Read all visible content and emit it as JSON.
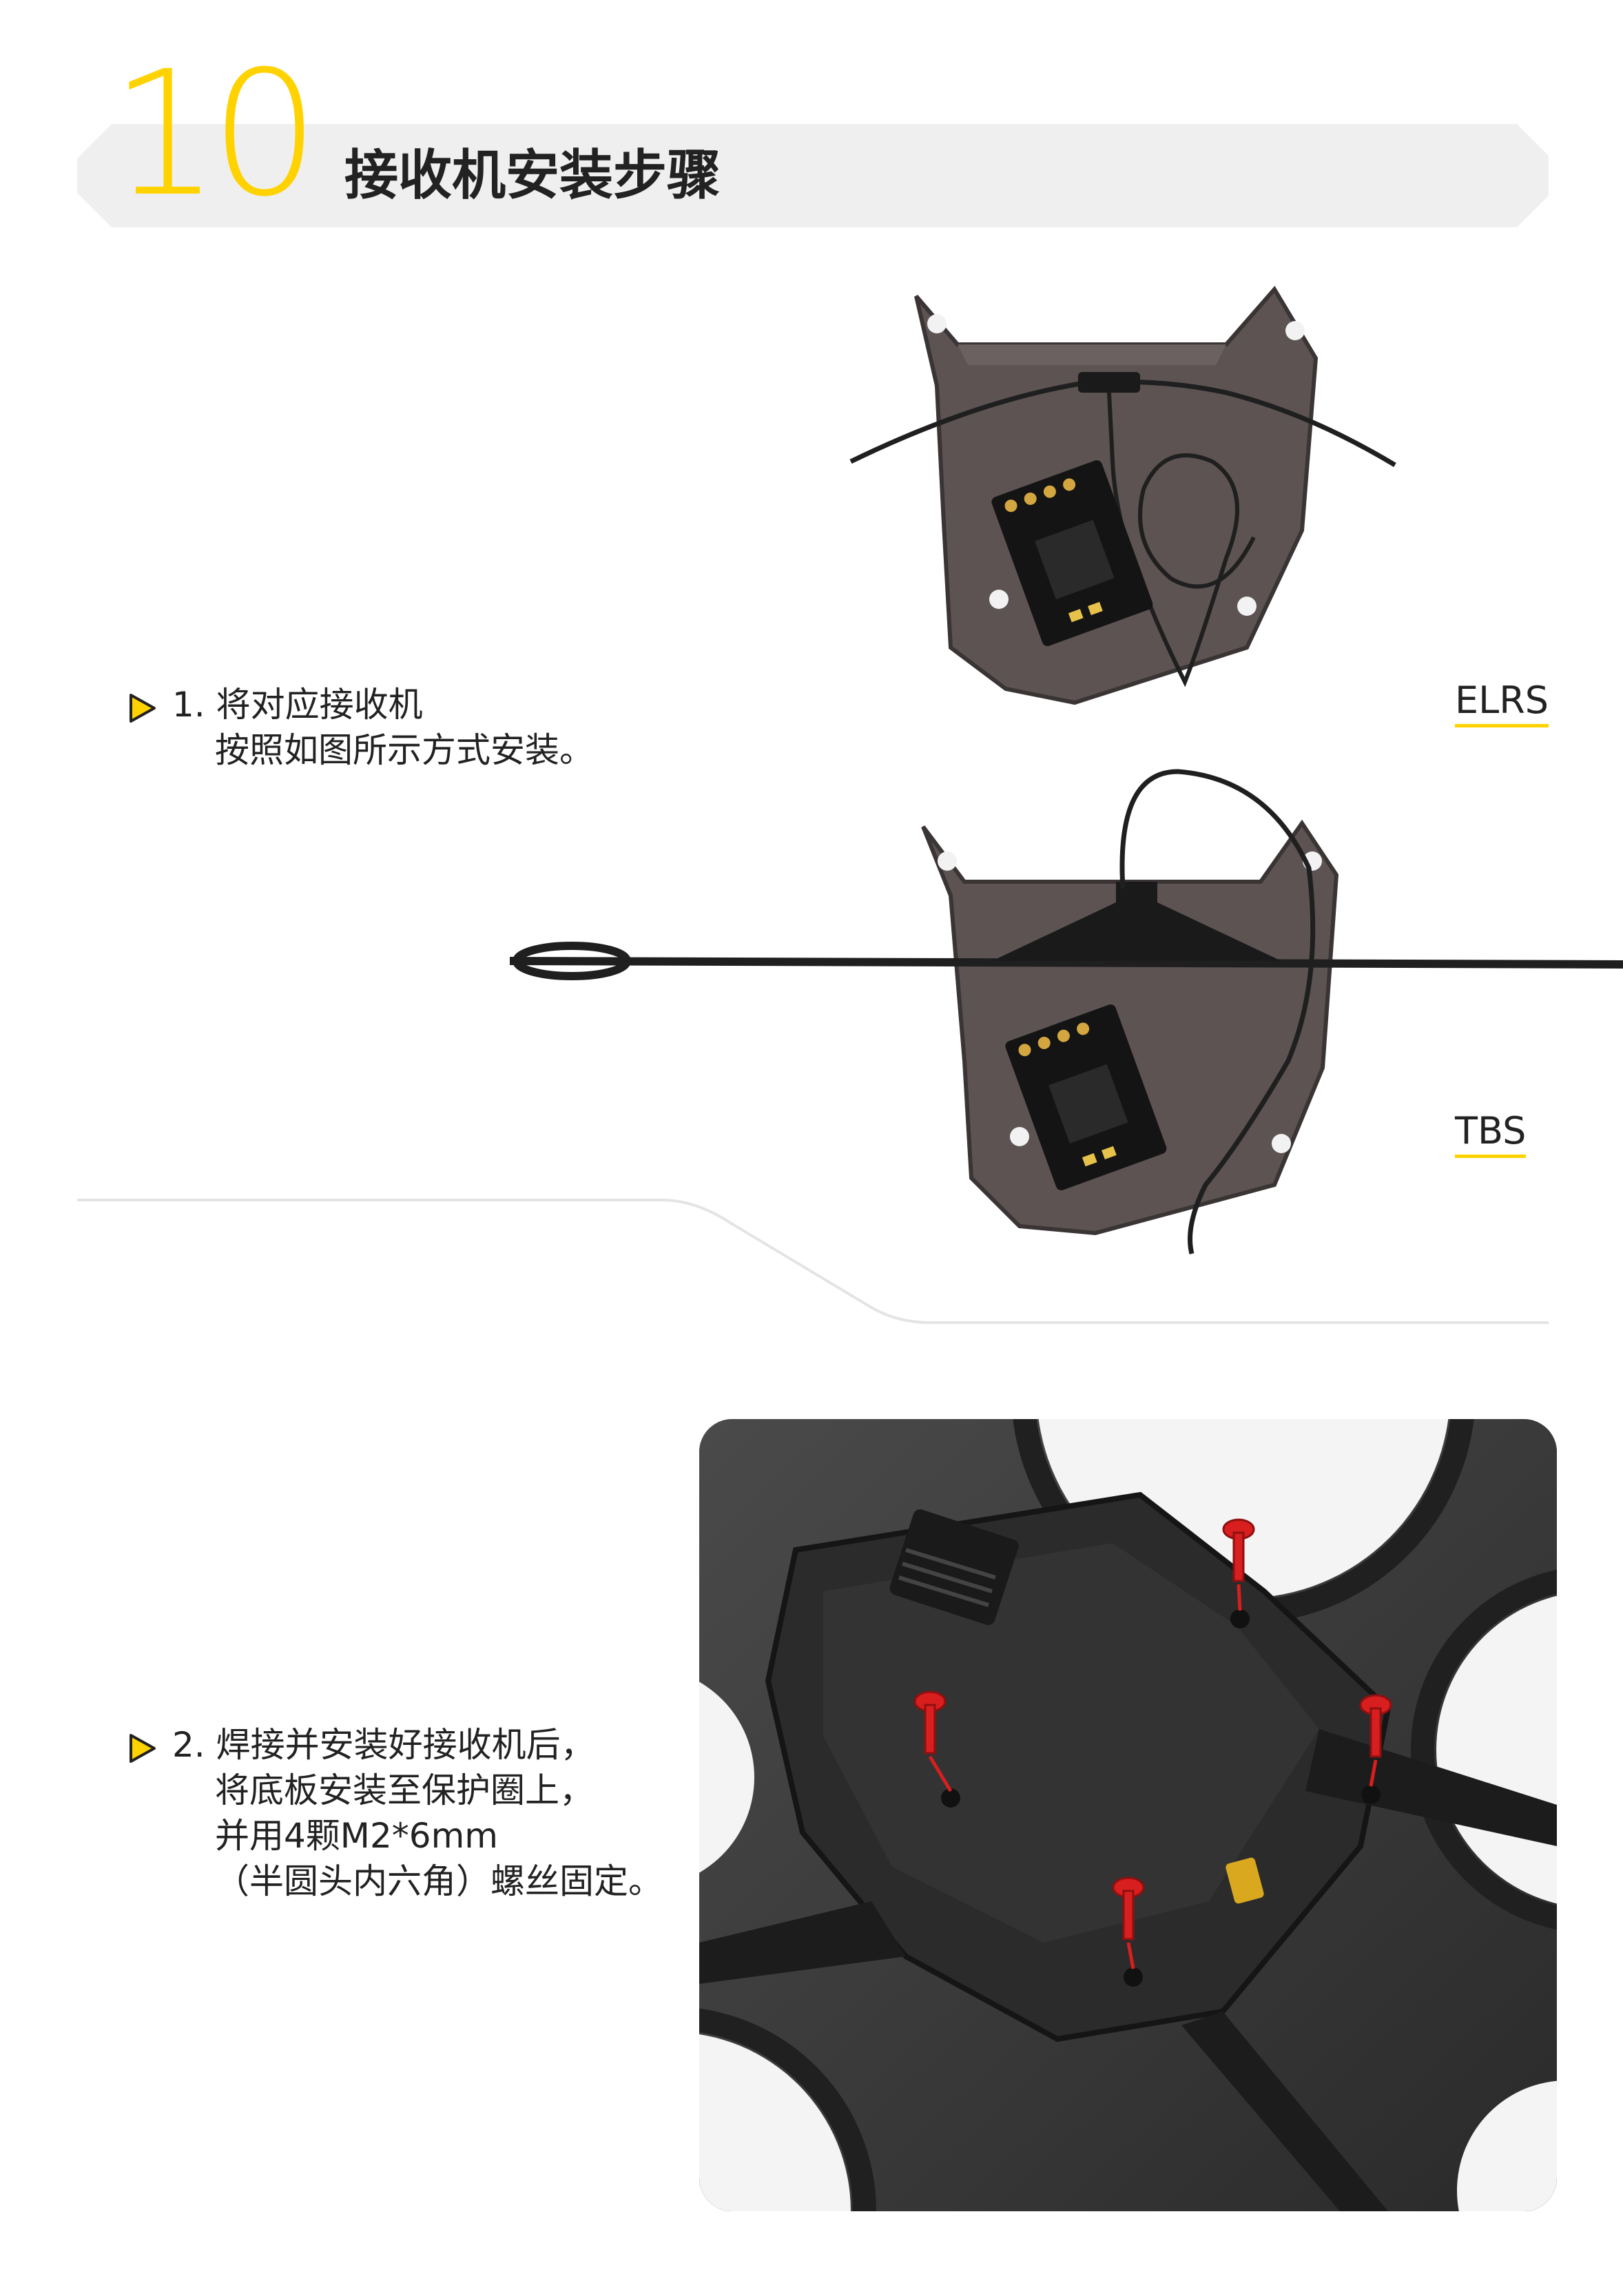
{
  "header": {
    "step_number": "10",
    "title": "接收机安装步骤"
  },
  "steps": [
    {
      "lines": [
        "1. 将对应接收机",
        "按照如图所示方式安装。"
      ]
    },
    {
      "lines": [
        "2. 焊接并安装好接收机后，",
        "将底板安装至保护圈上，",
        "并用4颗M2*6mm",
        "（半圆头内六角）螺丝固定。"
      ]
    }
  ],
  "receivers": [
    {
      "label": "ELRS"
    },
    {
      "label": "TBS"
    }
  ],
  "colors": {
    "accent": "#ffd200",
    "header_bg": "#efefef",
    "text": "#222222",
    "screw": "#d81e1e"
  }
}
